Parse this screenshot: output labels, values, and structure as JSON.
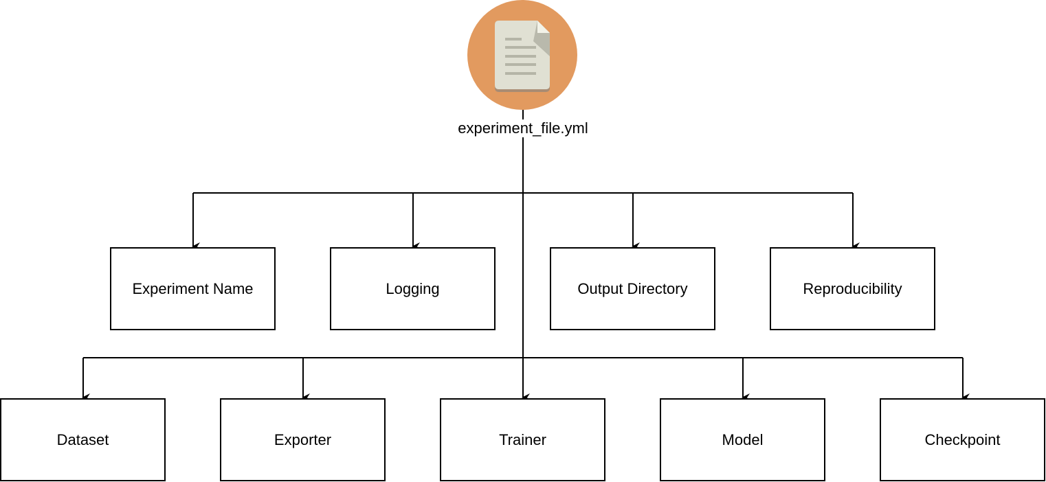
{
  "root": {
    "file_label": "experiment_file.yml",
    "icon": "document-icon"
  },
  "upper_row": [
    {
      "label": "Experiment Name"
    },
    {
      "label": "Logging"
    },
    {
      "label": "Output Directory"
    },
    {
      "label": "Reproducibility"
    }
  ],
  "lower_row": [
    {
      "label": "Dataset"
    },
    {
      "label": "Exporter"
    },
    {
      "label": "Trainer"
    },
    {
      "label": "Model"
    },
    {
      "label": "Checkpoint"
    }
  ],
  "colors": {
    "icon_circle": "#E29A5F",
    "icon_page": "#E0E0D3",
    "icon_page_fold": "#B9B9AC",
    "icon_lines": "#B5B5A7",
    "icon_page_shadow": "#A98C73",
    "lines": "#000000"
  }
}
